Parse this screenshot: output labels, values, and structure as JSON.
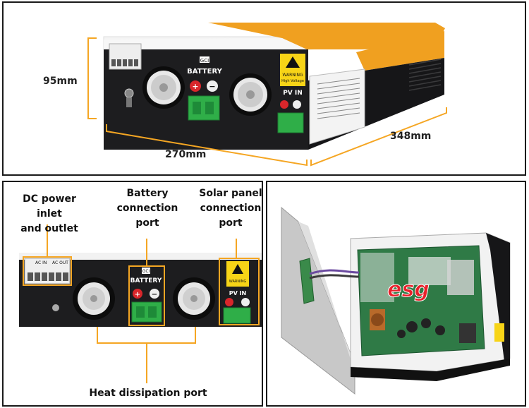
{
  "dimensions": {
    "height": "95mm",
    "width": "270mm",
    "depth": "348mm"
  },
  "front_panel": {
    "battery_label": "BATTERY",
    "pv_label": "PV  IN",
    "ac_in_label": "AC IN",
    "ac_out_label": "AC OUT",
    "warning_label": "WARNING",
    "warning_sub": "High Voltage",
    "badge": "GCI"
  },
  "callouts": {
    "dc_power": "DC power inlet\nand outlet",
    "battery_port": "Battery\nconnection\nport",
    "solar_port": "Solar panel\nconnection\nport",
    "heat_port": "Heat dissipation port"
  },
  "interior": {
    "logo_text": "esg"
  },
  "colors": {
    "accent_orange": "#f0a020",
    "callout_line": "#f5a623",
    "terminal_green": "#2fae48",
    "plus_red": "#d9262b",
    "chassis": "#1e1e20"
  }
}
